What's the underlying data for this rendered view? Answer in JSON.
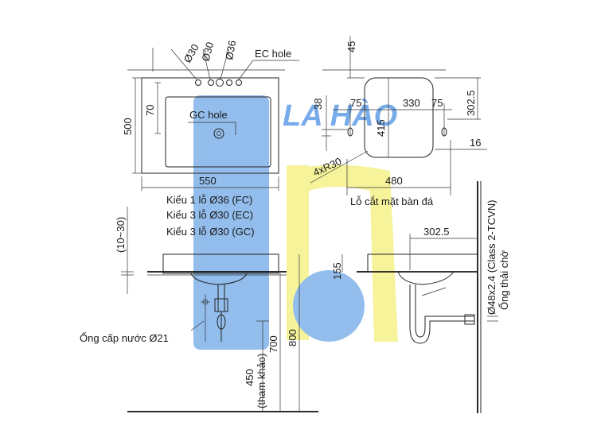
{
  "watermark": {
    "text": "LA HÀO",
    "colors": {
      "blue": "#6fa8e6",
      "yellow": "#f4ef7a",
      "text": "#4a90e2"
    }
  },
  "top_view": {
    "hole_dims": [
      "Ø30",
      "Ø30",
      "Ø36"
    ],
    "ec_hole": "EC hole",
    "gc_hole": "GC hole",
    "depth_inner": "70",
    "depth_total": "500",
    "width": "550",
    "variants": [
      "Kiểu 1 lỗ Ø36 (FC)",
      "Kiểu 3 lỗ Ø30 (EC)",
      "Kiểu 3 lỗ Ø30 (GC)"
    ]
  },
  "cutout_view": {
    "top_offset": "45",
    "offset_38": "38",
    "left_75": "75",
    "inner_330": "330",
    "right_75": "75",
    "height_302_5": "302.5",
    "height_415": "415",
    "gap_16": "16",
    "corner_radius": "4xR30",
    "width_480": "480",
    "caption": "Lỗ cắt mặt bàn đá"
  },
  "side_view_left": {
    "counter_range": "(10~30)",
    "supply_label": "Ống cấp nước Ø21",
    "height_450": "450",
    "height_450_note": "(tham khảo)",
    "height_700": "700",
    "height_800": "800"
  },
  "side_view_right": {
    "drain_offset": "302.5",
    "rim_155": "155",
    "pipe_spec": "Ø48x2.4 (Class 2-TCVN)",
    "waste_label": "Ống thải chờ"
  }
}
